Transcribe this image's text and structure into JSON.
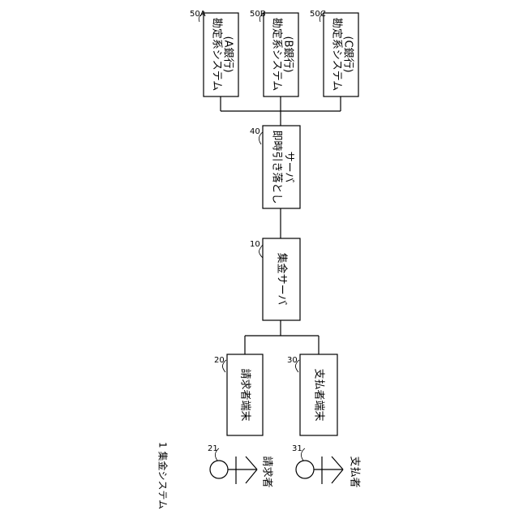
{
  "system_label": "1 集金システム",
  "boxes": {
    "acct_a": {
      "ref": "50A",
      "line1": "勘定系システム",
      "line2": "(A銀行)"
    },
    "acct_b": {
      "ref": "50B",
      "line1": "勘定系システム",
      "line2": "(B銀行)"
    },
    "acct_c": {
      "ref": "50C",
      "line1": "勘定系システム",
      "line2": "(C銀行)"
    },
    "instant_debit": {
      "ref": "40",
      "line1": "即時引き落とし",
      "line2": "サーバ"
    },
    "collection_server": {
      "ref": "10",
      "line1": "集金サーバ"
    },
    "requester_terminal": {
      "ref": "20",
      "line1": "請求者端末"
    },
    "payer_terminal": {
      "ref": "30",
      "line1": "支払者端末"
    }
  },
  "actors": {
    "requester": {
      "ref": "21",
      "label": "請求者"
    },
    "payer": {
      "ref": "31",
      "label": "支払者"
    }
  }
}
